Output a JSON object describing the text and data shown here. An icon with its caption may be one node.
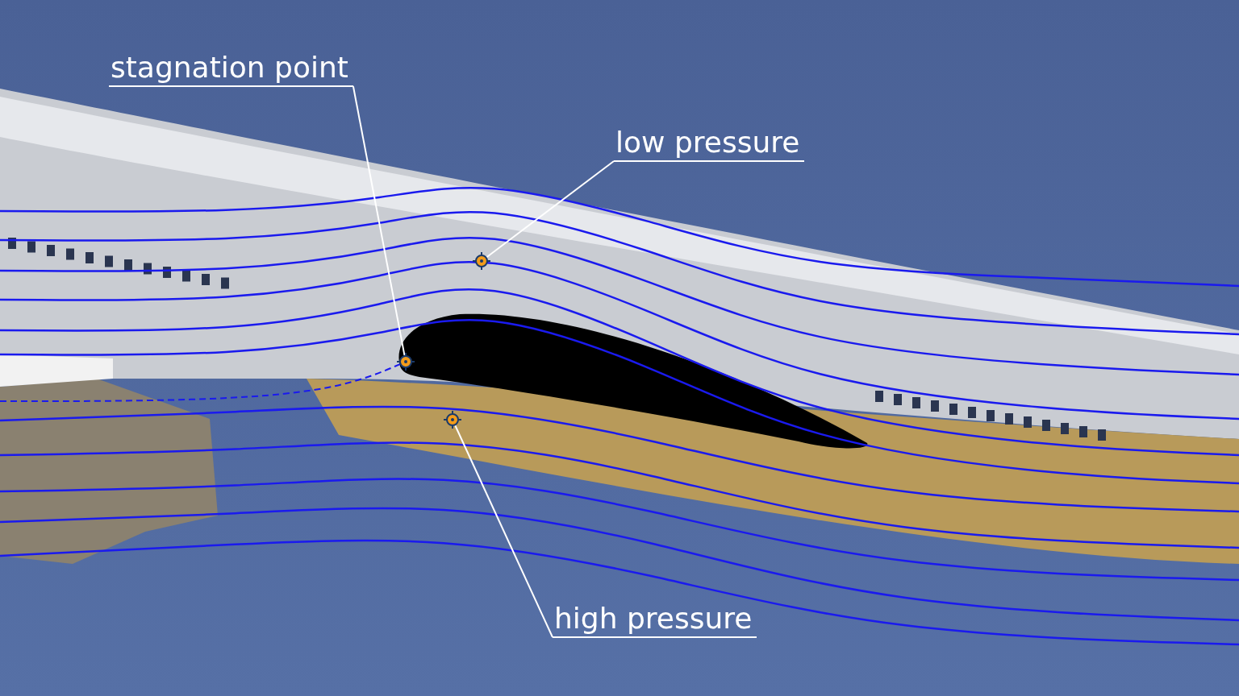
{
  "diagram": {
    "nodes": [
      {
        "text": [
          "stagnation point"
        ]
      },
      {
        "text": [],
        "shape": "circle"
      },
      {
        "text": [
          "low pressure"
        ]
      },
      {
        "text": [],
        "shape": "circle"
      },
      {
        "text": [
          "high pressure"
        ]
      },
      {
        "text": [],
        "shape": "circle"
      }
    ],
    "edges": [
      {
        "from": 0,
        "to": 1,
        "arrow": "none"
      },
      {
        "from": 2,
        "to": 3,
        "arrow": "none"
      },
      {
        "from": 4,
        "to": 5,
        "arrow": "none"
      }
    ]
  }
}
